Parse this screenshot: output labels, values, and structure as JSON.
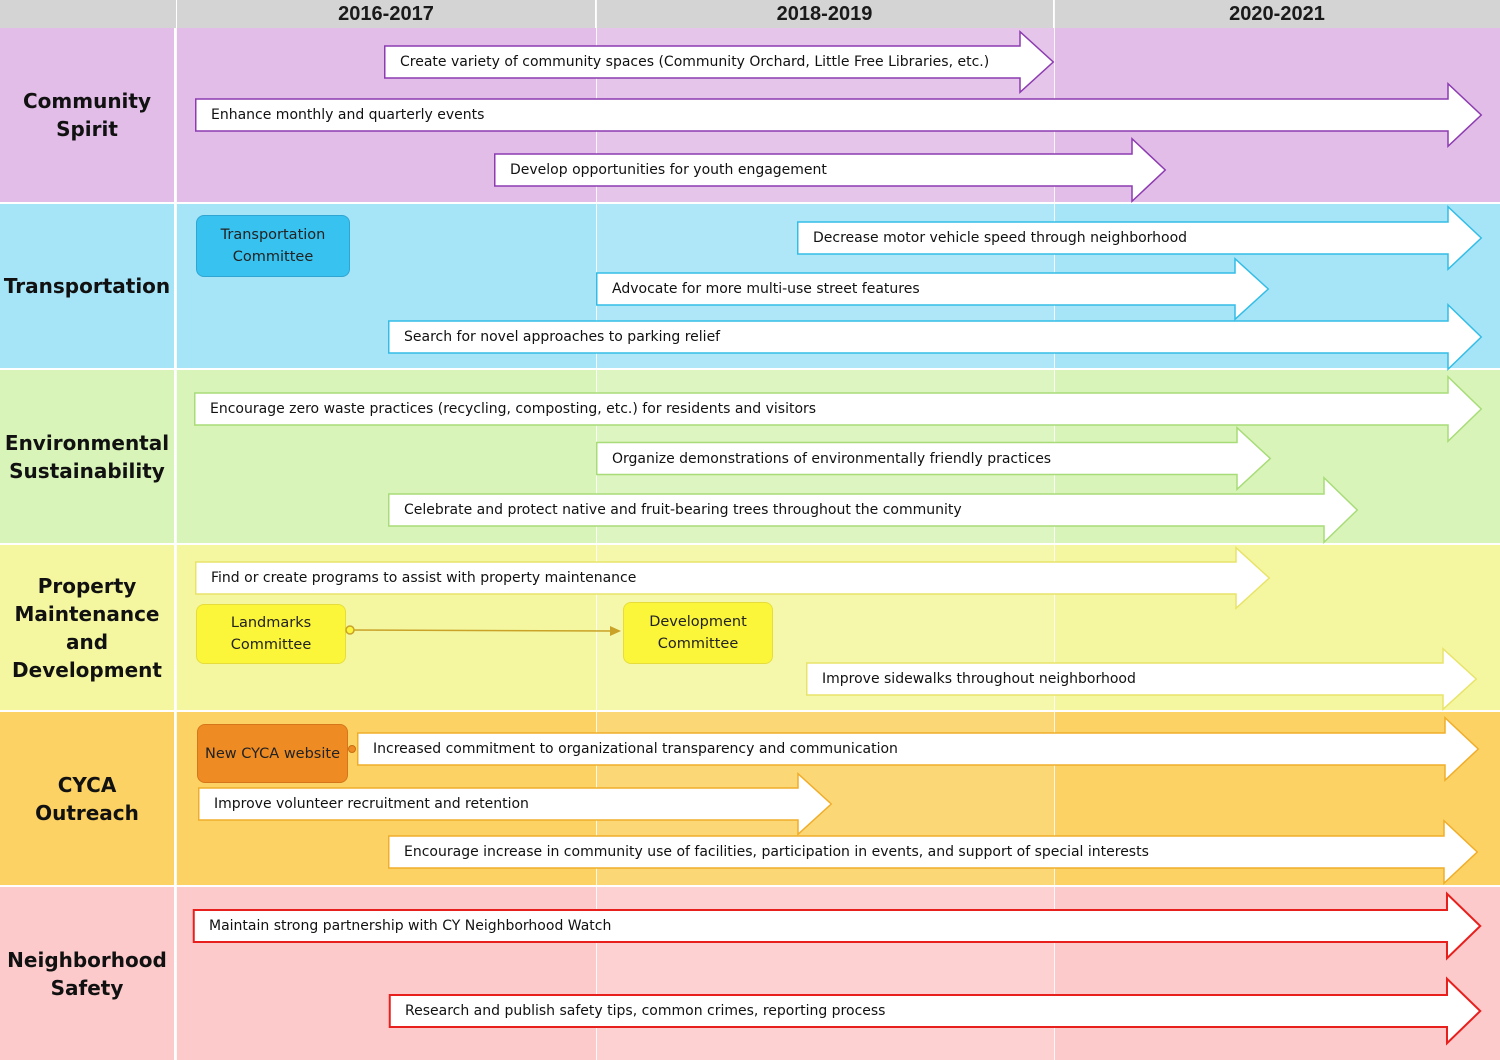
{
  "columns": [
    "2016-2017",
    "2018-2019",
    "2020-2021"
  ],
  "bands": [
    {
      "label": "Community Spirit",
      "color": "#e2bde8",
      "stroke": "#8c3bb0",
      "arrows": [
        "Create variety of community spaces (Community Orchard, Little Free Libraries, etc.)",
        "Enhance monthly and quarterly events",
        "Develop opportunities for youth engagement"
      ]
    },
    {
      "label": "Transportation",
      "color": "#a6e4f7",
      "stroke": "#33bde6",
      "arrows": [
        "Decrease motor vehicle speed through neighborhood",
        "Advocate for more multi-use street features",
        "Search for novel approaches to parking relief"
      ],
      "boxes": [
        "Transportation Committee"
      ]
    },
    {
      "label": "Environmental Sustainability",
      "color": "#d8f4b9",
      "stroke": "#a8dc78",
      "arrows": [
        "Encourage zero waste practices (recycling, composting, etc.) for residents and visitors",
        "Organize demonstrations of environmentally friendly practices",
        "Celebrate and protect native and fruit-bearing trees throughout the community"
      ]
    },
    {
      "label": "Property Maintenance and Development",
      "color": "#f4f7a0",
      "stroke": "#e8e46a",
      "arrows": [
        "Find or create programs to assist with property maintenance",
        "Improve sidewalks throughout neighborhood"
      ],
      "boxes": [
        "Landmarks Committee",
        "Development Committee"
      ]
    },
    {
      "label": "CYCA Outreach",
      "color": "#fbd263",
      "stroke": "#f0ad2a",
      "arrows": [
        "Increased commitment to organizational transparency and communication",
        "Improve volunteer recruitment and retention",
        "Encourage increase in community use of facilities, participation in events, and support of special interests"
      ],
      "boxes": [
        "New CYCA website"
      ]
    },
    {
      "label": "Neighborhood Safety",
      "color": "#fdcacc",
      "stroke": "#e8201d",
      "arrows": [
        "Maintain strong partnership with CY Neighborhood Watch",
        "Research and publish safety tips, common crimes, reporting process"
      ]
    }
  ],
  "box_colors": {
    "transportation": "#38c2f0",
    "landmarks": "#fbf63a",
    "development": "#fbf63a",
    "website": "#ee8c23"
  }
}
